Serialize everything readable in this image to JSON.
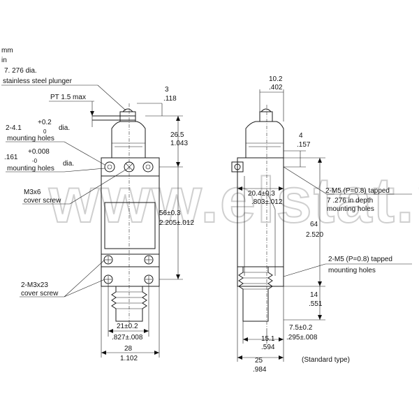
{
  "units": {
    "mm": "mm",
    "in": "in"
  },
  "watermark": "www.elstat.pl",
  "callouts": {
    "plunger_dia": "7. 276 dia.",
    "plunger_desc": "stainless steel plunger",
    "pt_max": "PT 1.5 max",
    "holes1_a": "2-4.1",
    "holes1_tol_plus": "+0.2",
    "holes1_tol_zero": "0",
    "holes1_dia": "dia.",
    "holes1_label": "mounting holes",
    "holes2_a": ".161",
    "holes2_tol_plus": "+0.008",
    "holes2_tol_zero": "-0",
    "holes2_dia": "dia.",
    "holes2_label": "mounting holes",
    "m3x6": "M3x6",
    "m3x6_label": "cover screw",
    "m3x23": "2-M3x23",
    "m3x23_label": "cover screw",
    "m5a_title": "2-M5 (P=0.8) tapped",
    "m5a_depth": "7 .276 in depth",
    "m5a_label": "mounting holes",
    "m5b_title": "2-M5 (P=0.8) tapped",
    "m5b_label": "mounting holes",
    "standard": "(Standard type)"
  },
  "dimensions": {
    "d3_mm": "3",
    "d3_in": ".118",
    "d26_mm": "26.5",
    "d26_in": "1.043",
    "d56_mm": "56±0.3",
    "d56_in": "2.205±.012",
    "d21_mm": "21±0.2",
    "d21_in": ".827±.008",
    "d28_mm": "28",
    "d28_in": "1.102",
    "d10_mm": "10.2",
    "d10_in": ".402",
    "d4_mm": "4",
    "d4_in": ".157",
    "d20_mm": "20.4±0.3",
    "d20_in": ".803±.012",
    "d64_mm": "64",
    "d64_in": "2.520",
    "d14_mm": "14",
    "d14_in": ".551",
    "d75_mm": "7.5±0.2",
    "d75_in": ".295±.008",
    "d15_mm": "15.1",
    "d15_in": ".594",
    "d25_mm": "25",
    "d25_in": ".984"
  }
}
